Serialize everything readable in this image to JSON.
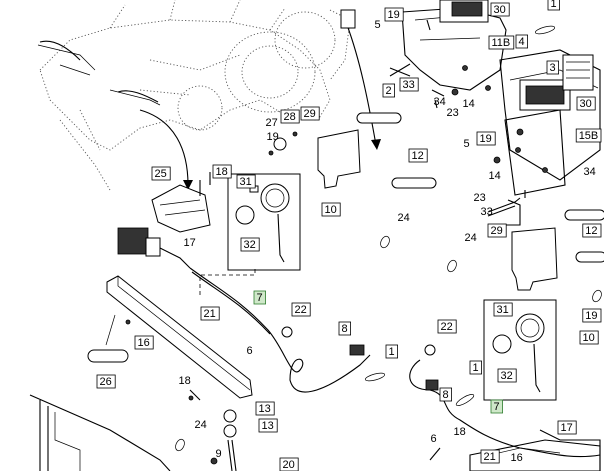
{
  "callouts": [
    {
      "id": "c19a",
      "text": "19"
    },
    {
      "id": "c5a",
      "text": "5"
    },
    {
      "id": "c30a",
      "text": "30"
    },
    {
      "id": "c1a",
      "text": "1"
    },
    {
      "id": "c11b",
      "text": "11B"
    },
    {
      "id": "c4",
      "text": "4"
    },
    {
      "id": "c33a",
      "text": "33"
    },
    {
      "id": "c2",
      "text": "2"
    },
    {
      "id": "c34a",
      "text": "34"
    },
    {
      "id": "c14a",
      "text": "14"
    },
    {
      "id": "c23a",
      "text": "23"
    },
    {
      "id": "c3",
      "text": "3"
    },
    {
      "id": "c30b",
      "text": "30"
    },
    {
      "id": "c27",
      "text": "27"
    },
    {
      "id": "c28",
      "text": "28"
    },
    {
      "id": "c19b",
      "text": "19"
    },
    {
      "id": "c29a",
      "text": "29"
    },
    {
      "id": "c19c",
      "text": "19"
    },
    {
      "id": "c5b",
      "text": "5"
    },
    {
      "id": "c15b",
      "text": "15B"
    },
    {
      "id": "c14b",
      "text": "14"
    },
    {
      "id": "c34b",
      "text": "34"
    },
    {
      "id": "c12a",
      "text": "12"
    },
    {
      "id": "c18a",
      "text": "18"
    },
    {
      "id": "c25",
      "text": "25"
    },
    {
      "id": "c31a",
      "text": "31"
    },
    {
      "id": "c10a",
      "text": "10"
    },
    {
      "id": "c32a",
      "text": "32"
    },
    {
      "id": "c24a",
      "text": "24"
    },
    {
      "id": "c23b",
      "text": "23"
    },
    {
      "id": "c33b",
      "text": "33"
    },
    {
      "id": "c29b",
      "text": "29"
    },
    {
      "id": "c24b",
      "text": "24"
    },
    {
      "id": "c12b",
      "text": "12"
    },
    {
      "id": "c17a",
      "text": "17"
    },
    {
      "id": "c7a",
      "text": "7"
    },
    {
      "id": "c22a",
      "text": "22"
    },
    {
      "id": "c21a",
      "text": "21"
    },
    {
      "id": "c16a",
      "text": "16"
    },
    {
      "id": "c6a",
      "text": "6"
    },
    {
      "id": "c8a",
      "text": "8"
    },
    {
      "id": "c1b",
      "text": "1"
    },
    {
      "id": "c26",
      "text": "26"
    },
    {
      "id": "c18b",
      "text": "18"
    },
    {
      "id": "c13a",
      "text": "13"
    },
    {
      "id": "c13b",
      "text": "13"
    },
    {
      "id": "c24c",
      "text": "24"
    },
    {
      "id": "c9",
      "text": "9"
    },
    {
      "id": "c22b",
      "text": "22"
    },
    {
      "id": "c31b",
      "text": "31"
    },
    {
      "id": "c10b",
      "text": "10"
    },
    {
      "id": "c32b",
      "text": "32"
    },
    {
      "id": "c19d",
      "text": "19"
    },
    {
      "id": "c1c",
      "text": "1"
    },
    {
      "id": "c8b",
      "text": "8"
    },
    {
      "id": "c7b",
      "text": "7"
    },
    {
      "id": "c6b",
      "text": "6"
    },
    {
      "id": "c18c",
      "text": "18"
    },
    {
      "id": "c21b",
      "text": "21"
    },
    {
      "id": "c16b",
      "text": "16"
    },
    {
      "id": "c17b",
      "text": "17"
    },
    {
      "id": "c20",
      "text": "20"
    }
  ],
  "colors": {
    "line": "#000000",
    "callout_green_fill": "#cfe8c9",
    "callout_green_stroke": "#2f7d2f"
  }
}
